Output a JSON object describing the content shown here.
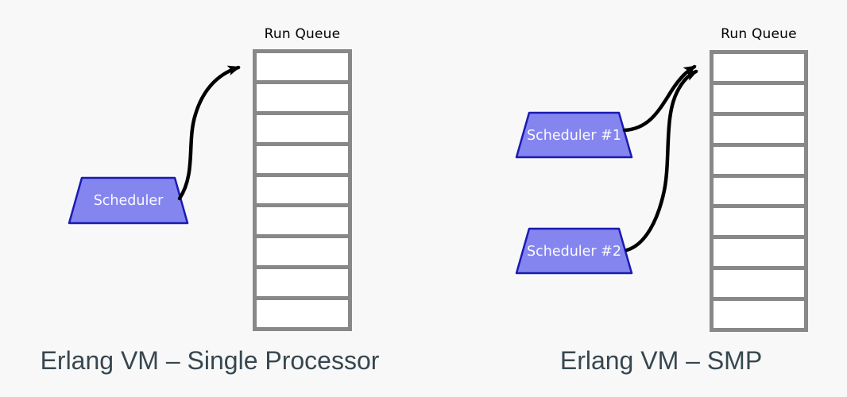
{
  "background": "#f8f8f8",
  "colors": {
    "scheduler_fill": "#8585f0",
    "scheduler_border": "#1b1bb3",
    "scheduler_text": "#fafaff",
    "queue_border": "#888888",
    "queue_cell_fill": "#ffffff",
    "arrow": "#000000",
    "run_queue_label_text": "#000000",
    "title_text": "#37474f"
  },
  "panels": [
    {
      "title": "Erlang VM – Single Processor",
      "run_queue_label": "Run Queue",
      "queue_cell_count": 9,
      "schedulers": [
        {
          "label": "Scheduler"
        }
      ]
    },
    {
      "title": "Erlang VM – SMP",
      "run_queue_label": "Run Queue",
      "queue_cell_count": 9,
      "schedulers": [
        {
          "label": "Scheduler #1"
        },
        {
          "label": "Scheduler #2"
        }
      ]
    }
  ]
}
